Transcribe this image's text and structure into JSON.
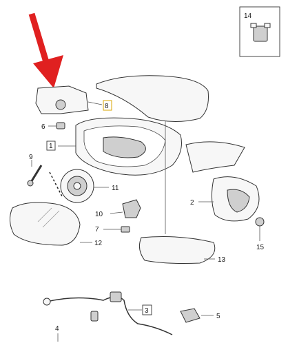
{
  "callouts": {
    "c1": "1",
    "c2": "2",
    "c3": "3",
    "c4": "4",
    "c5": "5",
    "c6": "6",
    "c7": "7",
    "c8": "8",
    "c9": "9",
    "c10": "10",
    "c11": "11",
    "c12": "12",
    "c13": "13",
    "c14": "14",
    "c15": "15"
  },
  "colors": {
    "arrow": "#e02020",
    "highlight_box": "#d9a400",
    "lines": "#333333"
  },
  "icons": {
    "pointer": "red-arrow-icon"
  }
}
